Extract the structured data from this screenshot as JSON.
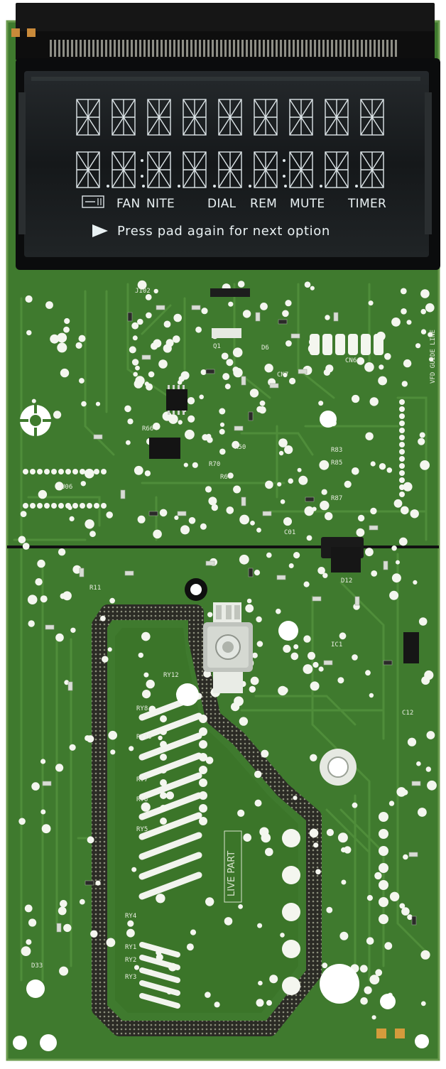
{
  "display": {
    "row1_digits": 9,
    "row2_digits": 9,
    "indicators": [
      "FAN",
      "NITE",
      "DIAL",
      "REM",
      "MUTE",
      "TIMER"
    ],
    "prompt": "Press pad again for next option"
  },
  "silkscreen": {
    "live_part": "LIVE PART",
    "vfd_guide": "VFD GUIDE LINE",
    "labels": [
      "U06",
      "J102",
      "Q1",
      "D33",
      "R11",
      "C01",
      "RY1",
      "RY2",
      "RY3",
      "RY4",
      "RY5",
      "RY6",
      "RY7",
      "RY8",
      "RY10",
      "RY12",
      "C12",
      "R83",
      "R85",
      "R87",
      "R50",
      "R70",
      "R67",
      "R66",
      "CN6",
      "CN7",
      "D6",
      "D12",
      "IC1"
    ]
  },
  "colors": {
    "board": "#3f7a2e",
    "board_dark": "#2f6322",
    "trace": "#4d8a38",
    "pad": "#f4f6ef",
    "vfd_glass": "#1a1d1f",
    "connector": "#1c1c1c"
  }
}
